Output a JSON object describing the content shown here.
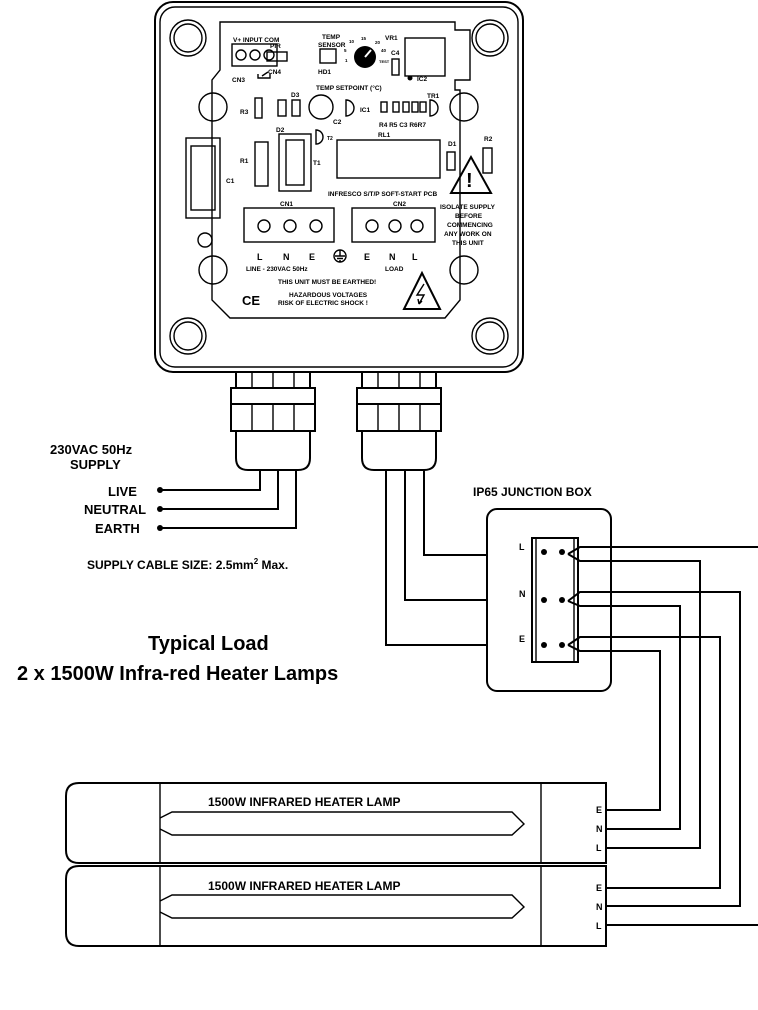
{
  "pcb": {
    "input_header": "V+ INPUT COM",
    "pir": "PIR",
    "temp_sensor_1": "TEMP",
    "temp_sensor_2": "SENSOR",
    "vr1": "VR1",
    "c4": "C4",
    "cn3": "CN3",
    "cn4": "CN4",
    "hd1": "HD1",
    "ic2": "IC2",
    "dial_10": "10",
    "dial_15": "15",
    "dial_20": "20",
    "dial_5": "5",
    "dial_40": "40",
    "dial_1": "1",
    "dial_test": "TEST",
    "temp_setpoint": "TEMP SETPOINT (°C)",
    "r3": "R3",
    "d3": "D3",
    "c2": "C2",
    "ic1": "IC1",
    "tr1": "TR1",
    "r4_r7": "R4  R5 C3 R6R7",
    "d2": "D2",
    "t2": "T2",
    "rl1": "RL1",
    "r2": "R2",
    "d1": "D1",
    "r1": "R1",
    "t1": "T1",
    "c1": "C1",
    "pcb_name": "INFRESCO S/T/P SOFT-START PCB",
    "cn1": "CN1",
    "cn2": "CN2",
    "isolate_1": "ISOLATE SUPPLY",
    "isolate_2": "BEFORE",
    "isolate_3": "COMMENCING",
    "isolate_4": "ANY WORK ON",
    "isolate_5": "THIS UNIT",
    "line_l": "L",
    "line_n": "N",
    "line_e": "E",
    "load_e": "E",
    "load_n": "N",
    "load_l": "L",
    "line_label": "LINE - 230VAC 50Hz",
    "load_label": "LOAD",
    "earthed": "THIS UNIT MUST BE EARTHED!",
    "ce": "CE",
    "hazard_1": "HAZARDOUS VOLTAGES",
    "hazard_2": "RISK OF ELECTRIC SHOCK !"
  },
  "supply": {
    "voltage": "230VAC 50Hz",
    "label": "SUPPLY",
    "live": "LIVE",
    "neutral": "NEUTRAL",
    "earth": "EARTH",
    "cable_size_prefix": "SUPPLY CABLE SIZE: 2.5mm",
    "cable_size_sup": "2",
    "cable_size_suffix": " Max."
  },
  "junction_box": {
    "title": "IP65 JUNCTION BOX",
    "l": "L",
    "n": "N",
    "e": "E"
  },
  "load": {
    "title": "Typical Load",
    "subtitle": "2 x 1500W Infra-red Heater Lamps"
  },
  "lamps": [
    {
      "label": "1500W INFRARED HEATER LAMP",
      "e": "E",
      "n": "N",
      "l": "L"
    },
    {
      "label": "1500W INFRARED HEATER LAMP",
      "e": "E",
      "n": "N",
      "l": "L"
    }
  ]
}
